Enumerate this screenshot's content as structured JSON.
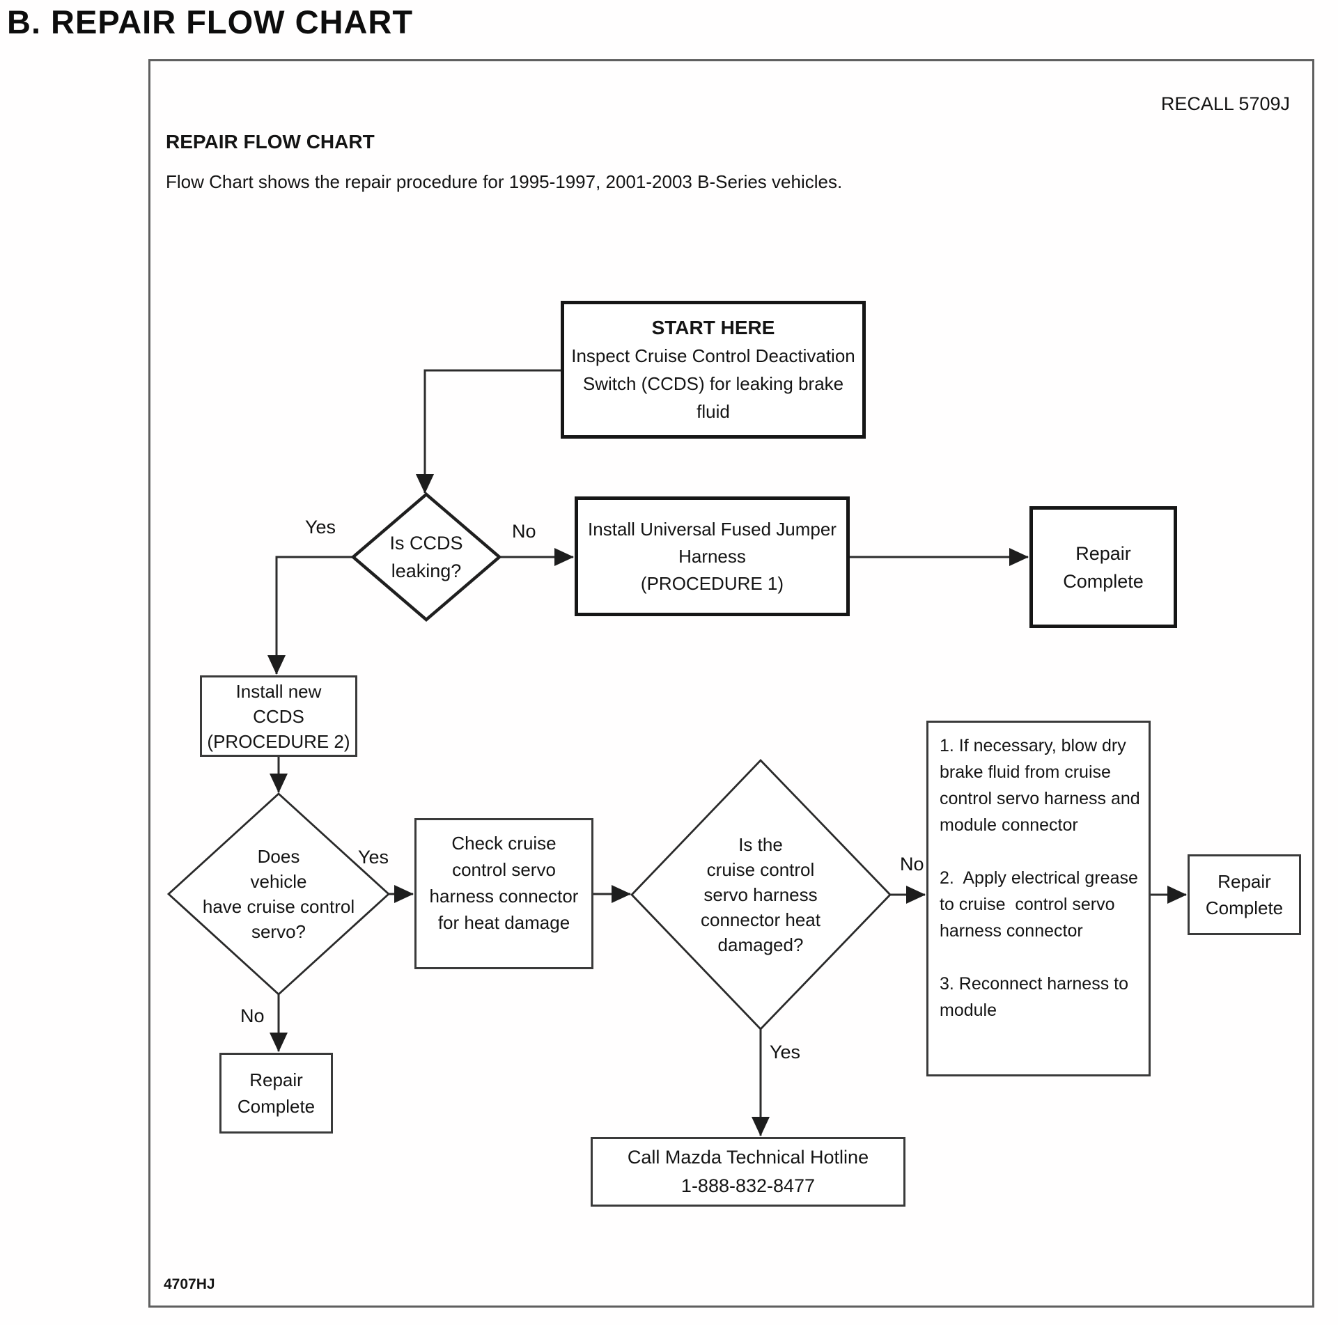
{
  "page": {
    "title": "B. REPAIR FLOW CHART",
    "recall": "RECALL 5709J",
    "heading": "REPAIR FLOW CHART",
    "subtitle": "Flow Chart shows the repair procedure for 1995-1997, 2001-2003 B-Series vehicles.",
    "doc_code": "4707HJ"
  },
  "nodes": {
    "start": {
      "title": "START HERE",
      "body": "Inspect Cruise Control Deactivation\nSwitch (CCDS) for leaking brake fluid"
    },
    "d1": {
      "label": "Is CCDS\nleaking?"
    },
    "proc1": {
      "label": "Install Universal Fused Jumper\nHarness\n(PROCEDURE 1)"
    },
    "repair_top": {
      "label": "Repair\nComplete"
    },
    "proc2": {
      "label": "Install new\nCCDS\n(PROCEDURE 2)"
    },
    "d2": {
      "label": "Does\nvehicle\nhave cruise control\nservo?"
    },
    "check": {
      "label": "Check cruise\ncontrol servo\nharness connector\nfor heat damage"
    },
    "d3": {
      "label": "Is the\ncruise control\nservo harness\nconnector heat\ndamaged?"
    },
    "steps": {
      "label": "1. If necessary, blow dry\nbrake fluid from cruise\ncontrol servo harness and\nmodule connector\n\n2.  Apply electrical grease\nto cruise  control servo\nharness connector\n\n3. Reconnect harness to\nmodule"
    },
    "repair_right": {
      "label": "Repair\nComplete"
    },
    "hotline": {
      "label": "Call Mazda Technical Hotline\n1-888-832-8477"
    },
    "repair_bottom": {
      "label": "Repair\nComplete"
    }
  },
  "edges": {
    "d1_yes": "Yes",
    "d1_no": "No",
    "d2_yes": "Yes",
    "d2_no": "No",
    "d3_yes": "Yes",
    "d3_no": "No"
  }
}
